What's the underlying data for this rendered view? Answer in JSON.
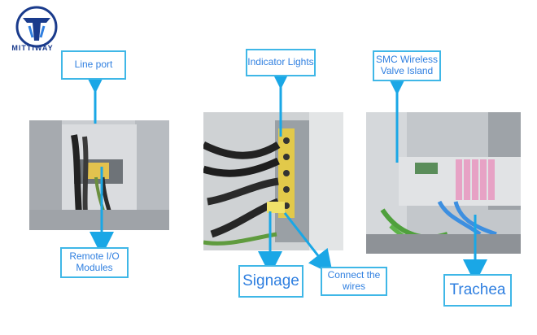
{
  "brand": {
    "name": "MITTIWAY",
    "logo_icon": "mt-logo-icon"
  },
  "colors": {
    "arrow": "#1aa7e6",
    "label_border": "#3fb7e7",
    "label_text": "#2f7fe0"
  },
  "labels": {
    "line_port": "Line port",
    "remote_io": "Remote I/O Modules",
    "indicator_lights": "Indicator Lights",
    "signage": "Signage",
    "connect_wires": "Connect the wires",
    "smc_wireless": "SMC Wireless Valve Island",
    "trachea": "Trachea"
  }
}
